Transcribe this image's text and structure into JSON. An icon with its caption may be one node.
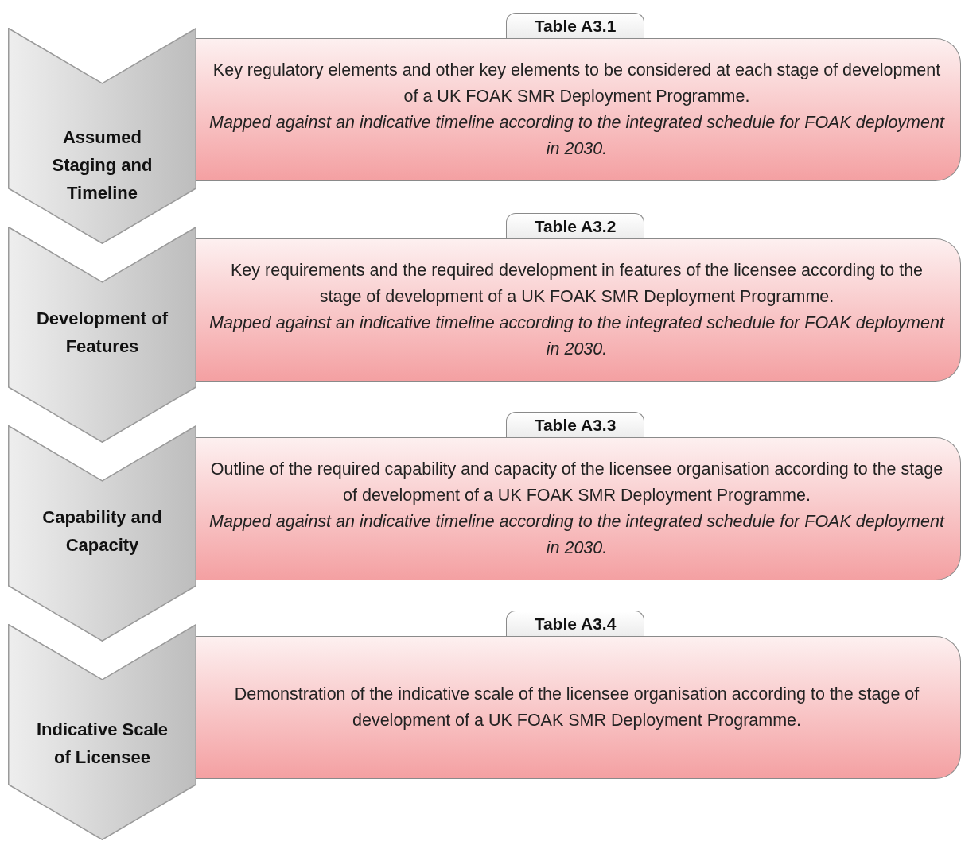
{
  "diagram": {
    "nodes": [
      {
        "text": [
          "Assumed Staging and Timeline"
        ]
      },
      {
        "text": [
          "Table A3.1",
          "Key regulatory elements and other key elements to be considered at each stage of development of a UK FOAK SMR Deployment Programme.",
          "Mapped against an indicative timeline according to the integrated schedule for FOAK deployment in 2030."
        ]
      },
      {
        "text": [
          "Development of Features"
        ]
      },
      {
        "text": [
          "Table A3.2",
          "Key requirements and the required development in features of the licensee according to the stage of development of a UK FOAK SMR Deployment Programme.",
          "Mapped against an indicative timeline according to the integrated schedule for FOAK deployment in 2030."
        ]
      },
      {
        "text": [
          "Capability and Capacity"
        ]
      },
      {
        "text": [
          "Table A3.3",
          "Outline of the required capability and capacity of the licensee organisation according to the stage of development of a UK FOAK SMR Deployment Programme.",
          "Mapped against an indicative timeline according to the integrated schedule for FOAK deployment in 2030."
        ]
      },
      {
        "text": [
          "Indicative Scale of Licensee"
        ]
      },
      {
        "text": [
          "Table A3.4",
          "Demonstration of the indicative scale of the licensee organisation according to the stage of development of a UK FOAK SMR Deployment Programme."
        ]
      }
    ]
  }
}
